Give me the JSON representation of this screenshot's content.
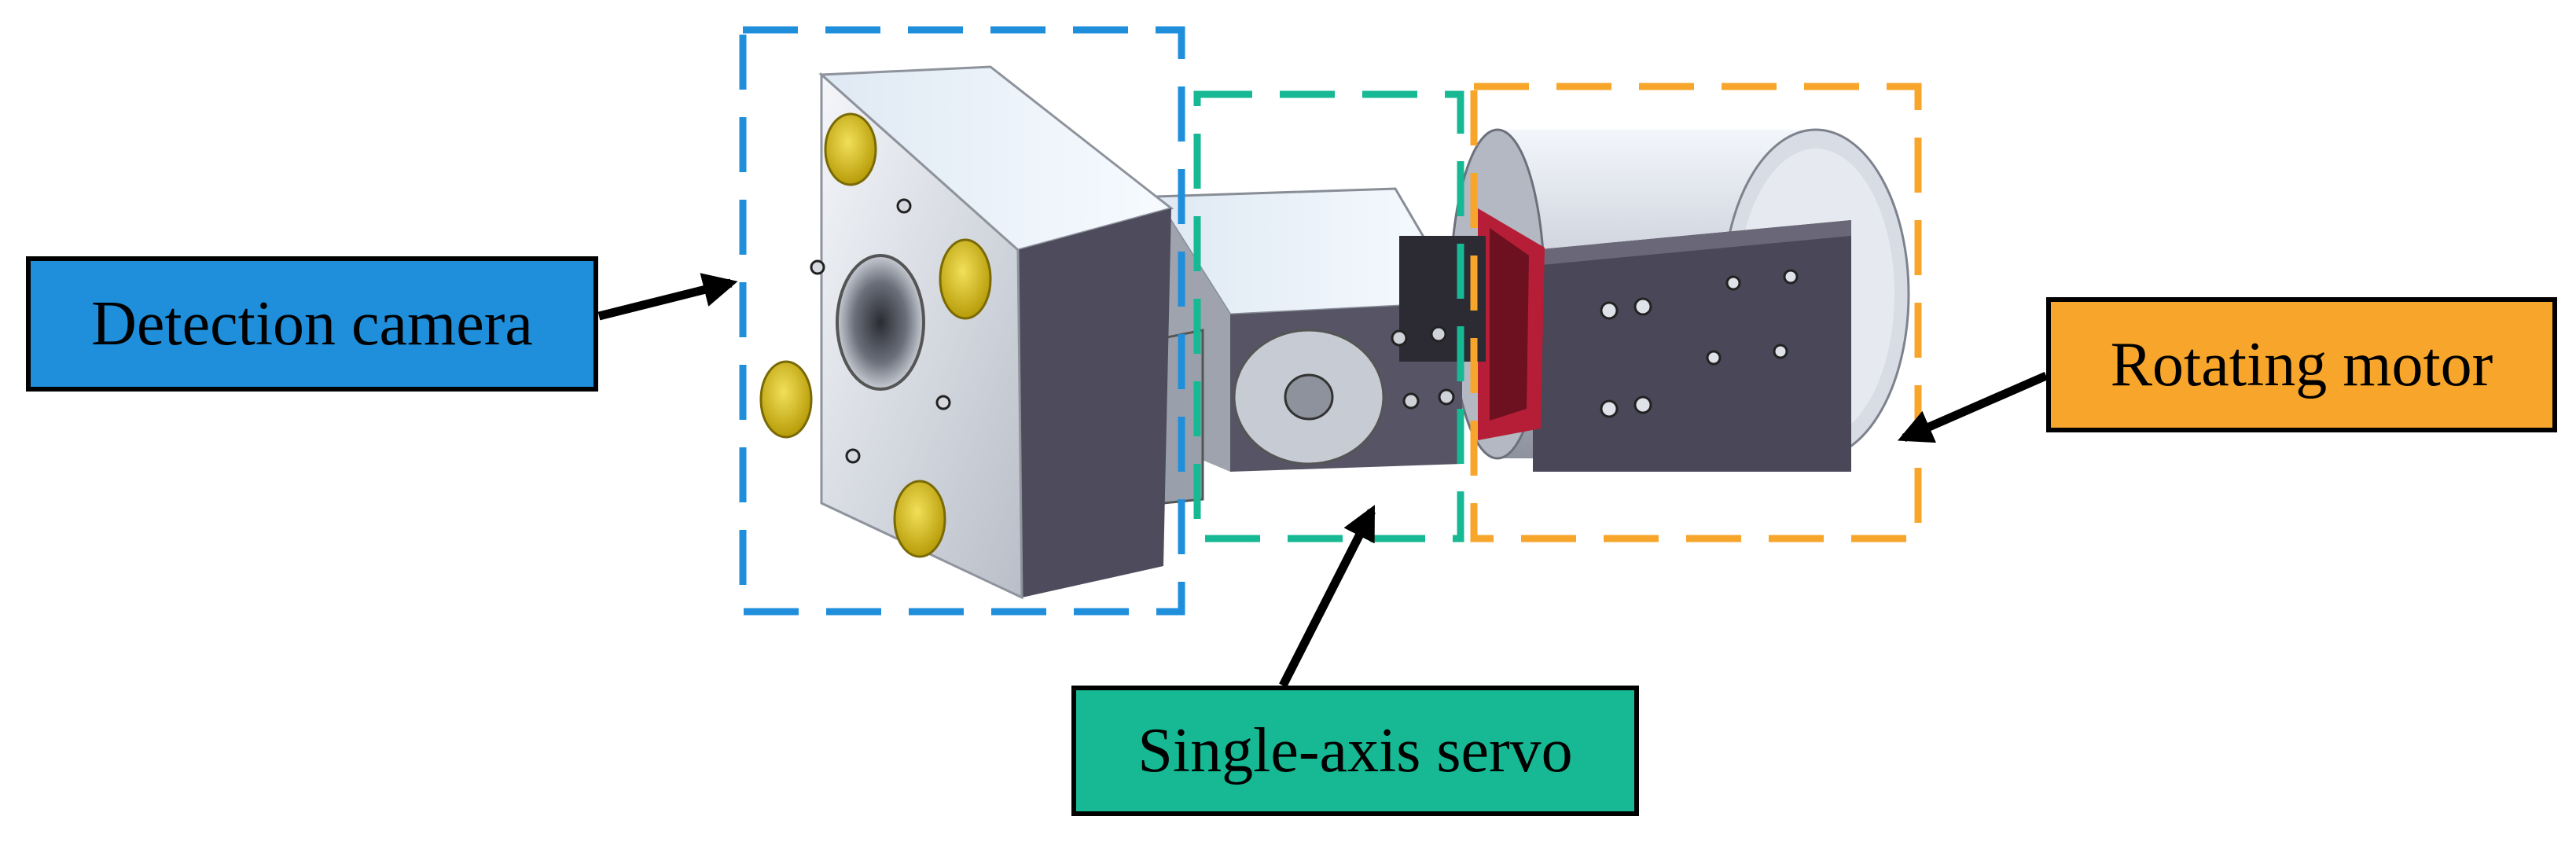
{
  "labels": {
    "camera": "Detection camera",
    "servo": "Single-axis servo",
    "motor": "Rotating motor"
  },
  "colors": {
    "camera": "#1f8fdc",
    "servo": "#16b993",
    "motor": "#f7a52b"
  }
}
